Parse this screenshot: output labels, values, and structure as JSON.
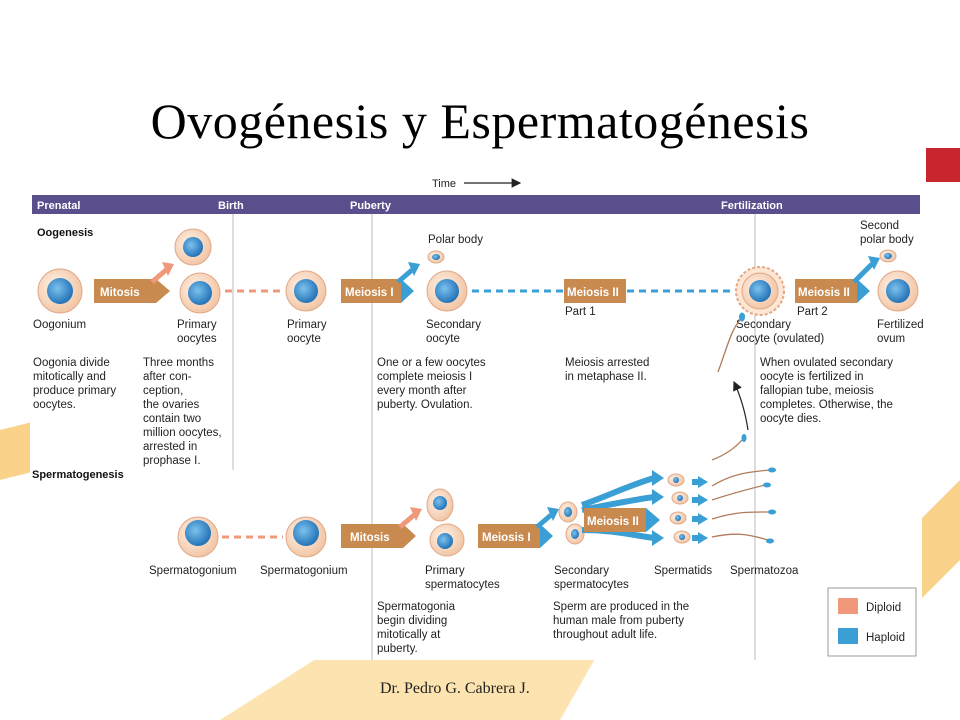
{
  "slide": {
    "title": "Ovogénesis y Espermatogénesis",
    "footer": "Dr. Pedro G. Cabrera J."
  },
  "colors": {
    "timeline_bar": "#5a4e8c",
    "diploid": "#f0997a",
    "haploid": "#3a9fd4",
    "process_box": "#c98a4f",
    "cell_outer": "#f7d9c4",
    "cell_nucleus": "#3b8fd1",
    "accent_red": "#c8252f",
    "accent_orange": "#f7a823"
  },
  "diagram": {
    "time_label": "Time",
    "timeline": {
      "prenatal": "Prenatal",
      "birth": "Birth",
      "puberty": "Puberty",
      "fertilization": "Fertilization"
    },
    "oogenesis": {
      "heading": "Oogenesis",
      "mitosis": "Mitosis",
      "meiosis1": "Meiosis I",
      "meiosis2a": "Meiosis II",
      "meiosis2b": "Meiosis II",
      "part1": "Part 1",
      "part2": "Part 2",
      "polar_body": "Polar body",
      "second_polar_1": "Second",
      "second_polar_2": "polar body",
      "oogonium": "Oogonium",
      "primary_oocytes_1": "Primary",
      "primary_oocytes_2": "oocytes",
      "primary_oocyte_1": "Primary",
      "primary_oocyte_2": "oocyte",
      "secondary_oocyte_1": "Secondary",
      "secondary_oocyte_2": "oocyte",
      "secondary_ovulated_1": "Secondary",
      "secondary_ovulated_2": "oocyte (ovulated)",
      "fertilized_1": "Fertilized",
      "fertilized_2": "ovum",
      "note_oogonia": [
        "Oogonia divide",
        "mitotically and",
        "produce primary",
        "oocytes."
      ],
      "note_three_months": [
        "Three months",
        "after con-",
        "ception,",
        "the ovaries",
        "contain two",
        "million oocytes,",
        "arrested in",
        "prophase I."
      ],
      "note_meiosis1": [
        "One or a few oocytes",
        "complete meiosis I",
        "every month after",
        "puberty. Ovulation."
      ],
      "note_meiosis2": [
        "Meiosis arrested",
        "in metaphase II."
      ],
      "note_fertilized": [
        "When ovulated secondary",
        "oocyte is fertilized in",
        "fallopian tube, meiosis",
        "completes. Otherwise, the",
        "oocyte dies."
      ]
    },
    "spermatogenesis": {
      "heading": "Spermatogenesis",
      "mitosis": "Mitosis",
      "meiosis1": "Meiosis I",
      "meiosis2": "Meiosis II",
      "spermatogonium_1": "Spermatogonium",
      "spermatogonium_2": "Spermatogonium",
      "primary_1": "Primary",
      "primary_2": "spermatocytes",
      "secondary_1": "Secondary",
      "secondary_2": "spermatocytes",
      "spermatids": "Spermatids",
      "spermatozoa": "Spermatozoa",
      "note_begin": [
        "Spermatogonia",
        "begin dividing",
        "mitotically at",
        "puberty."
      ],
      "note_sperm": [
        "Sperm are produced in the",
        "human male from puberty",
        "throughout adult life."
      ]
    },
    "legend": {
      "diploid": "Diploid",
      "haploid": "Haploid"
    }
  }
}
